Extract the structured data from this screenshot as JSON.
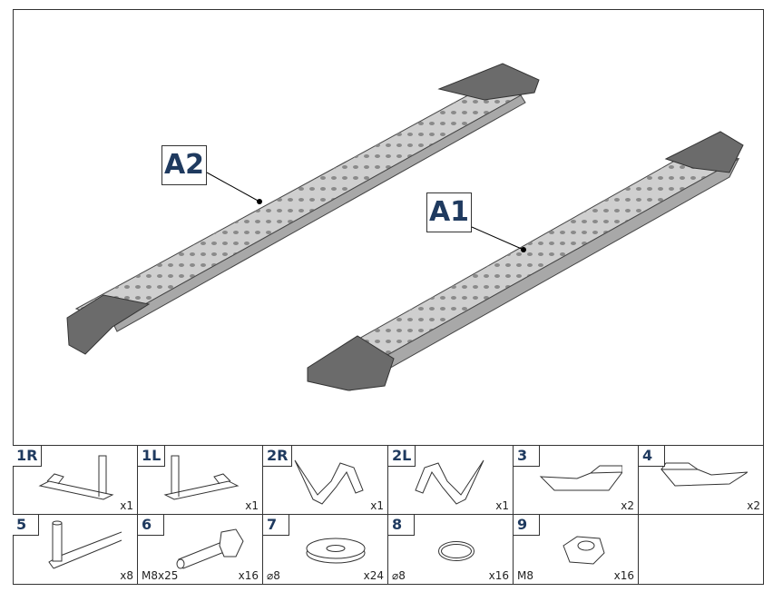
{
  "callouts": {
    "a1": "A1",
    "a2": "A2"
  },
  "parts": [
    {
      "id": "1R",
      "qty": "x1",
      "spec": ""
    },
    {
      "id": "1L",
      "qty": "x1",
      "spec": ""
    },
    {
      "id": "2R",
      "qty": "x1",
      "spec": ""
    },
    {
      "id": "2L",
      "qty": "x1",
      "spec": ""
    },
    {
      "id": "3",
      "qty": "x2",
      "spec": ""
    },
    {
      "id": "4",
      "qty": "x2",
      "spec": ""
    },
    {
      "id": "5",
      "qty": "x8",
      "spec": ""
    },
    {
      "id": "6",
      "qty": "x16",
      "spec": "M8x25"
    },
    {
      "id": "7",
      "qty": "x24",
      "spec": "⌀8"
    },
    {
      "id": "8",
      "qty": "x16",
      "spec": "⌀8"
    },
    {
      "id": "9",
      "qty": "x16",
      "spec": "M8"
    }
  ],
  "colors": {
    "label": "#1f3a5f",
    "board": "#c9c9c9",
    "endcap": "#6b6b6b"
  }
}
